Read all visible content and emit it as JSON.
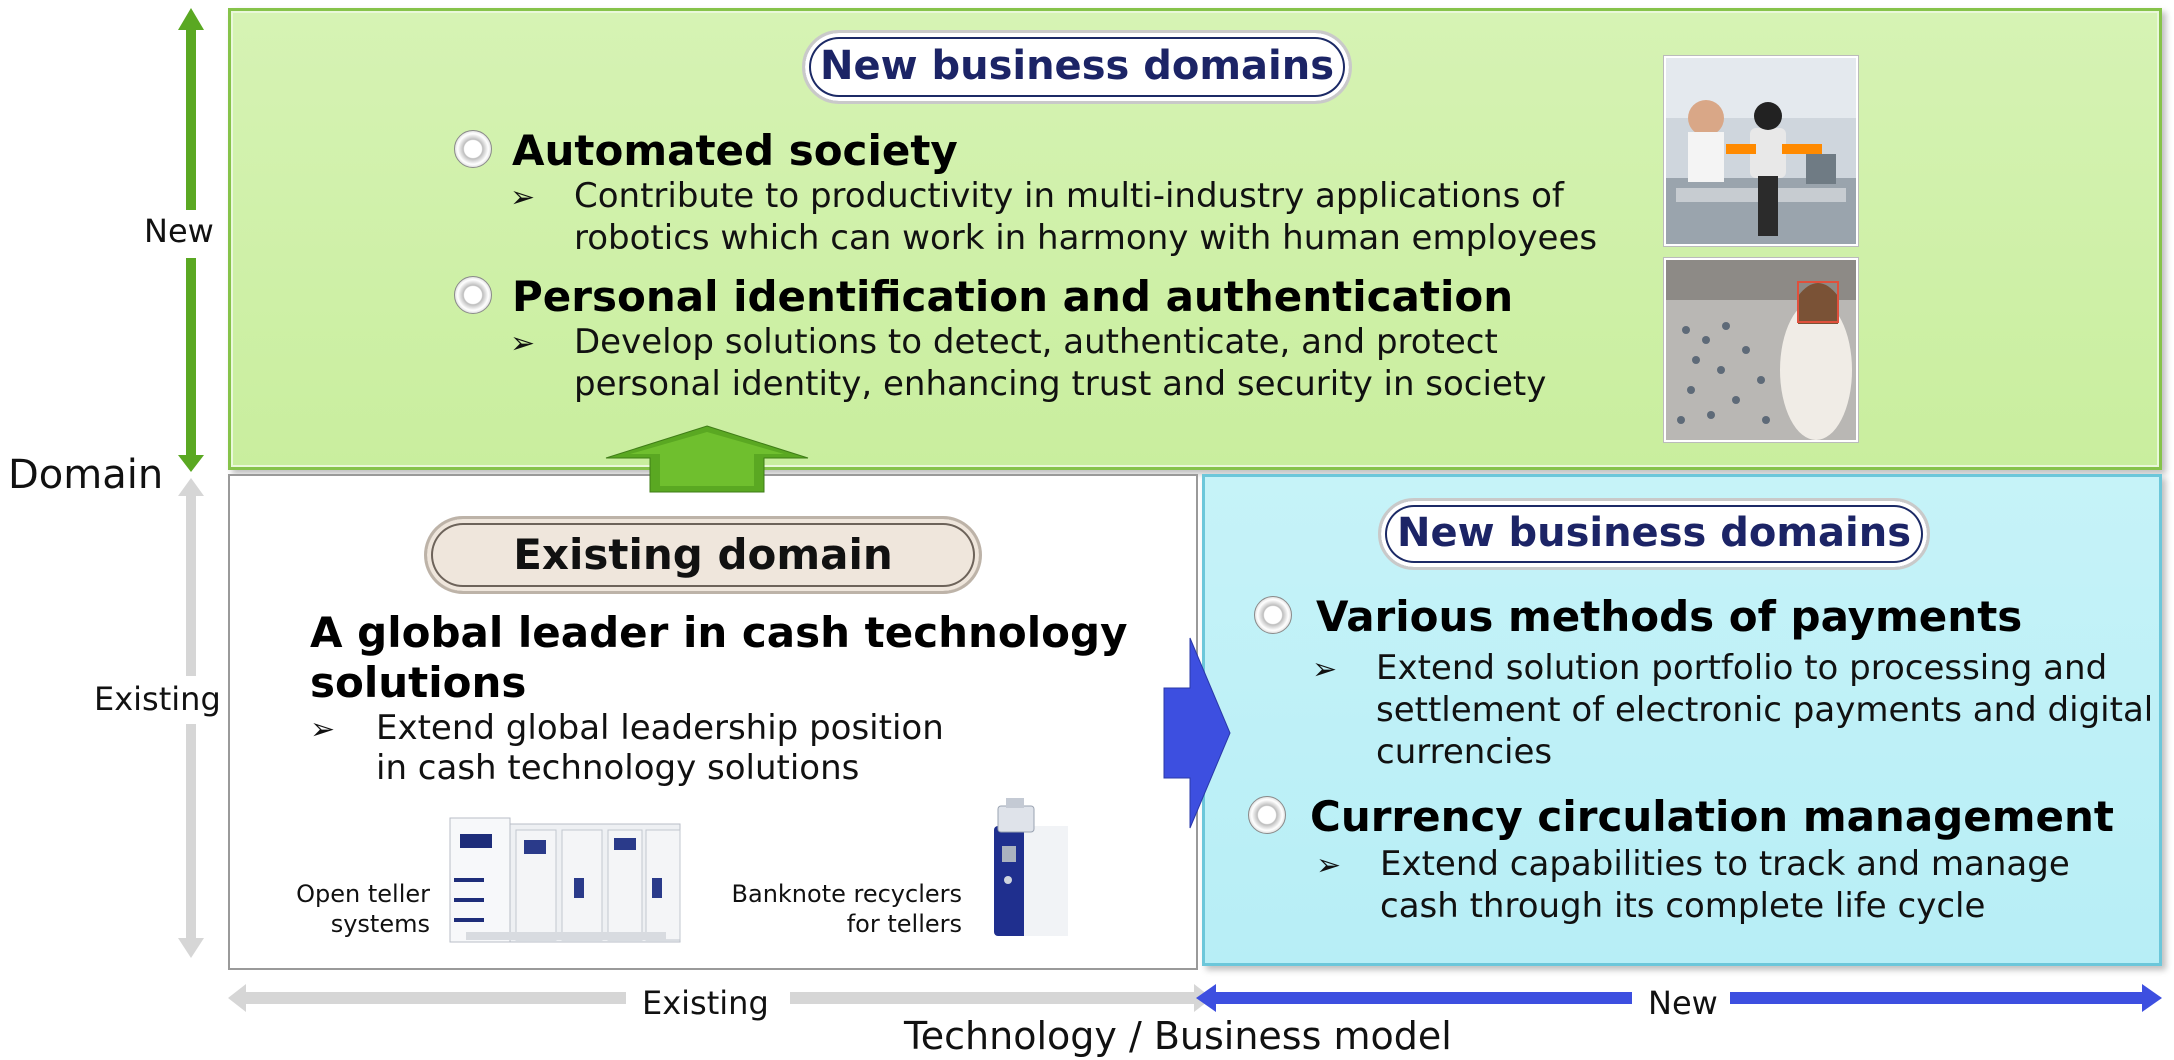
{
  "axes": {
    "vertical_title": "Domain",
    "vertical_new": "New",
    "vertical_existing": "Existing",
    "horizontal_title": "Technology / Business model",
    "horizontal_existing": "Existing",
    "horizontal_new": "New"
  },
  "top_panel": {
    "badge": "New business domains",
    "items": [
      {
        "heading": "Automated society",
        "text_line1": "Contribute to productivity in multi-industry applications of",
        "text_line2": "robotics which can work in harmony with human employees"
      },
      {
        "heading": "Personal identification and authentication",
        "text_line1": "Develop solutions to detect, authenticate, and protect",
        "text_line2": "personal identity, enhancing trust and security in society"
      }
    ]
  },
  "existing_panel": {
    "badge": "Existing domain",
    "heading_line1": "A global leader in cash technology",
    "heading_line2": "solutions",
    "text_line1": "Extend global leadership position",
    "text_line2": "in cash technology solutions",
    "product1_line1": "Open teller",
    "product1_line2": "systems",
    "product2_line1": "Banknote recyclers",
    "product2_line2": "for tellers"
  },
  "right_panel": {
    "badge": "New business domains",
    "items": [
      {
        "heading": "Various methods of payments",
        "text_line1": "Extend solution portfolio to processing and",
        "text_line2": "settlement of electronic payments and digital",
        "text_line3": "currencies"
      },
      {
        "heading": "Currency circulation management",
        "text_line1": "Extend capabilities to track and manage",
        "text_line2": "cash through its complete life cycle"
      }
    ]
  },
  "colors": {
    "green_panel": "#c9ee9e",
    "cyan_panel": "#b7eef6",
    "green_arrow": "#5aa822",
    "blue_arrow": "#3d4fe0",
    "grey_arrow": "#d6d6d6",
    "badge_text": "#1c2466"
  }
}
